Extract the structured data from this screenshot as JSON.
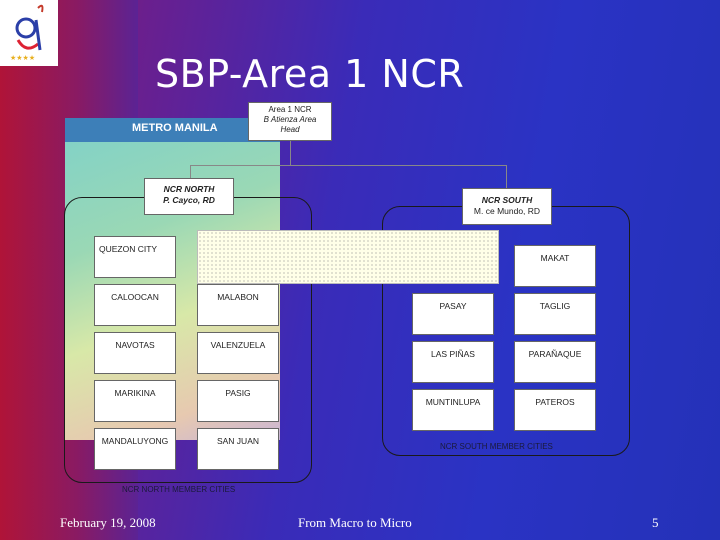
{
  "slide": {
    "title": "SBP-Area 1 NCR",
    "map_title": "METRO MANILA",
    "area_head": {
      "line1": "Area 1 NCR",
      "line2": "B Atienza Area",
      "line3": "Head"
    },
    "ncr_north": {
      "line1": "NCR NORTH",
      "line2": "P. Cayco, RD"
    },
    "ncr_south": {
      "line1": "NCR SOUTH",
      "line2": "M. ce Mundo, RD"
    },
    "north_cities": [
      "QUEZON CITY",
      "CALOOCAN",
      "MALABON",
      "NAVOTAS",
      "VALENZUELA",
      "MARIKINA",
      "PASIG",
      "MANDALUYONG",
      "SAN JUAN"
    ],
    "south_cities": [
      "MAKAT",
      "PASAY",
      "TAGLIG",
      "LAS PIÑAS",
      "PARAÑAQUE",
      "MUNTINLUPA",
      "PATEROS"
    ],
    "north_group_label": "NCR NORTH MEMBER CITIES",
    "south_group_label": "NCR SOUTH MEMBER CITIES"
  },
  "footer": {
    "date": "February 19, 2008",
    "center": "From Macro to Micro",
    "page": "5"
  }
}
